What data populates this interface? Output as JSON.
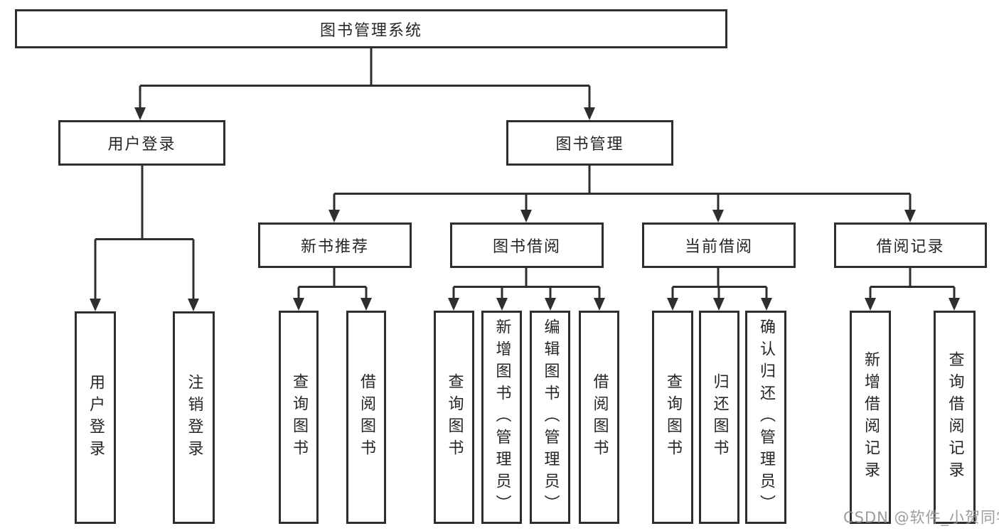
{
  "tree": {
    "root": "图书管理系统",
    "children": [
      {
        "label": "用户登录",
        "children": [
          "用户登录",
          "注销登录"
        ]
      },
      {
        "label": "图书管理",
        "children": [
          {
            "label": "新书推荐",
            "children": [
              "查询图书",
              "借阅图书"
            ]
          },
          {
            "label": "图书借阅",
            "children": [
              "查询图书",
              "新增图书（管理员）",
              "编辑图书（管理员）",
              "借阅图书"
            ]
          },
          {
            "label": "当前借阅",
            "children": [
              "查询图书",
              "归还图书",
              "确认归还（管理员）"
            ]
          },
          {
            "label": "借阅记录",
            "children": [
              "新增借阅记录",
              "查询借阅记录"
            ]
          }
        ]
      }
    ]
  },
  "watermark": {
    "text": "CSDN @软件_小贺同学"
  },
  "colors": {
    "line": "#2e2e2e",
    "text": "#262626",
    "watermark": "#949494",
    "background": "#ffffff"
  }
}
